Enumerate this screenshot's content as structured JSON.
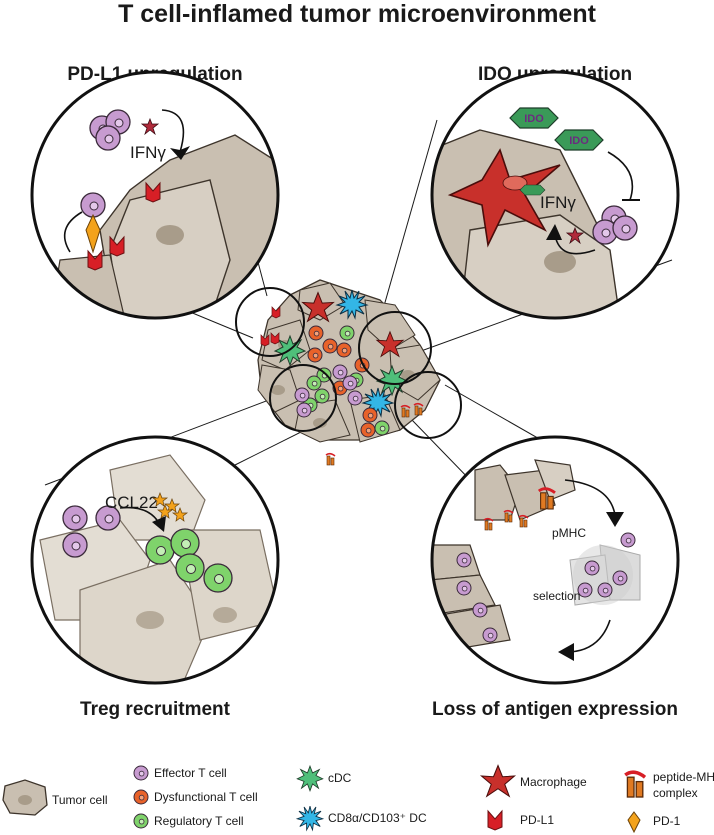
{
  "title": "T cell-inflamed tumor microenvironment",
  "panels": {
    "pdl1": {
      "heading": "PD-L1 upregulation",
      "ifng": "IFNγ"
    },
    "ido": {
      "heading": "IDO upregulation",
      "ido_label": "IDO",
      "ifng": "IFNγ"
    },
    "treg": {
      "heading": "Treg recruitment",
      "ccl22": "CCL22"
    },
    "antigen": {
      "heading": "Loss of antigen expression",
      "pmhc": "pMHC",
      "selection": "selection"
    }
  },
  "legend": {
    "tumor_cell": "Tumor cell",
    "effector_t_cell": "Effector T cell",
    "dysfunctional_t_cell": "Dysfunctional T cell",
    "regulatory_t_cell": "Regulatory T cell",
    "cdc": "cDC",
    "cd8_dc": "CD8α/CD103⁺ DC",
    "macrophage": "Macrophage",
    "pdl1": "PD-L1",
    "peptide_mhc_line1": "peptide-MHC",
    "peptide_mhc_line2": "complex",
    "pd1": "PD-1"
  },
  "colors": {
    "tumor": "#c9bfb1",
    "tumor_nucleus": "#a89c8a",
    "effector": "#c79bd0",
    "dysfunctional": "#e8622a",
    "regulatory": "#7fd36b",
    "cdc": "#4fbf7a",
    "cd8_dc": "#33b6e6",
    "macrophage": "#c8302b",
    "pdl1": "#d71f26",
    "mhc": "#e07a22",
    "pd1": "#f3a21b",
    "ido_hex": "#3a9a58"
  }
}
